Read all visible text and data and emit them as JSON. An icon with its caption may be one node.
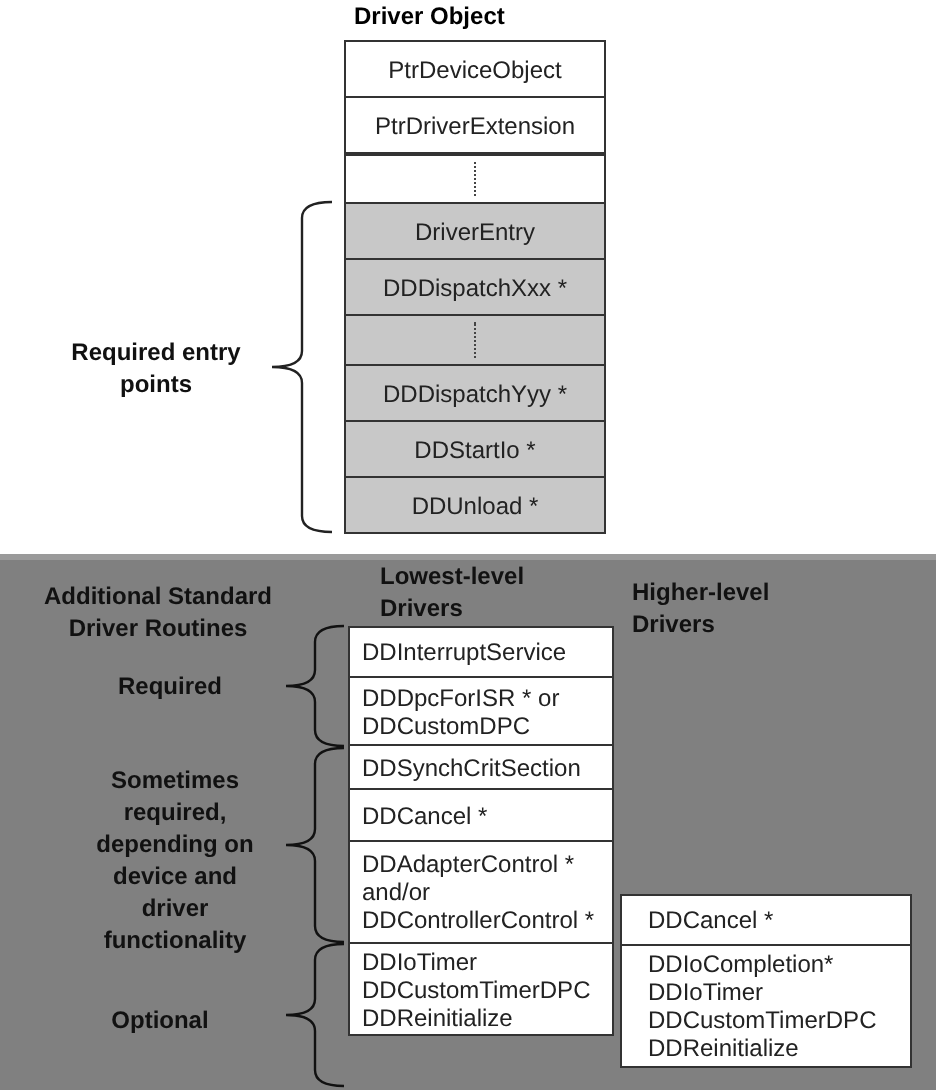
{
  "diagram": {
    "nodes": [
      {
        "text": [
          "Driver Object"
        ]
      },
      {
        "text": [
          "PtrDeviceObject"
        ],
        "in": 0
      },
      {
        "text": [
          "PtrDriverExtension"
        ],
        "in": 0
      },
      {
        "text": [],
        "shape": "box",
        "in": 0
      },
      {
        "text": [
          "DriverEntry"
        ],
        "in": 0
      },
      {
        "text": [
          "DDDispatchXxx *"
        ],
        "in": 0
      },
      {
        "text": [],
        "shape": "box",
        "in": 0
      },
      {
        "text": [
          "DDDispatchYyy *"
        ],
        "in": 0
      },
      {
        "text": [
          "DDStartIo *"
        ],
        "in": 0
      },
      {
        "text": [
          "DDUnload *"
        ],
        "in": 0
      },
      {
        "text": [
          "Additional Standard Driver Routines"
        ]
      },
      {
        "text": [
          "DDInterruptService"
        ],
        "in": 10
      },
      {
        "text": [
          "DDDpcForISR * or DDCustomDPC"
        ],
        "in": 10
      },
      {
        "text": [
          "DDSynchCritSection"
        ],
        "in": 10
      },
      {
        "text": [
          "DDCancel *"
        ],
        "in": 10
      },
      {
        "text": [
          "DDAdapterControl * and/or DDControllerControl *"
        ],
        "in": 10
      },
      {
        "text": [
          "DDIoTimer",
          "DDCustomTimerDPC",
          "DDReinitialize"
        ],
        "in": 10
      },
      {
        "text": [
          "DDCancel *"
        ],
        "in": 10
      },
      {
        "text": [
          "DDIoCompletion*",
          "DDIoTimer",
          "DDCustomTimerDPC",
          "DDReinitialize"
        ],
        "in": 10
      }
    ],
    "edges": [],
    "labels": [
      "Required entry points",
      "Lowest-level Drivers",
      "Higher-level Drivers",
      "Required",
      "Sometimes required, depending on device and driver functionality",
      "Optional"
    ]
  }
}
